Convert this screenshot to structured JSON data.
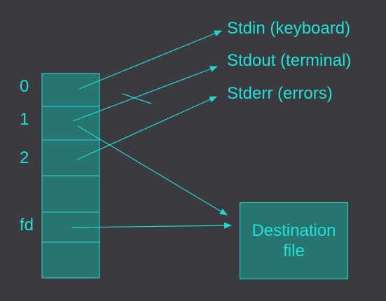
{
  "colors": {
    "background": "#3a3b40",
    "cell_fill": "#267570",
    "cell_border": "#2fd8cf",
    "accent": "#22e0d6",
    "arrow": "#26d6cc"
  },
  "fd_table": {
    "rows": [
      "0",
      "1",
      "2",
      "",
      "fd",
      ""
    ]
  },
  "streams": {
    "stdin": "Stdin (keyboard)",
    "stdout": "Stdout (terminal)",
    "stderr": "Stderr (errors)"
  },
  "destination": {
    "label": "Destination\nfile"
  }
}
